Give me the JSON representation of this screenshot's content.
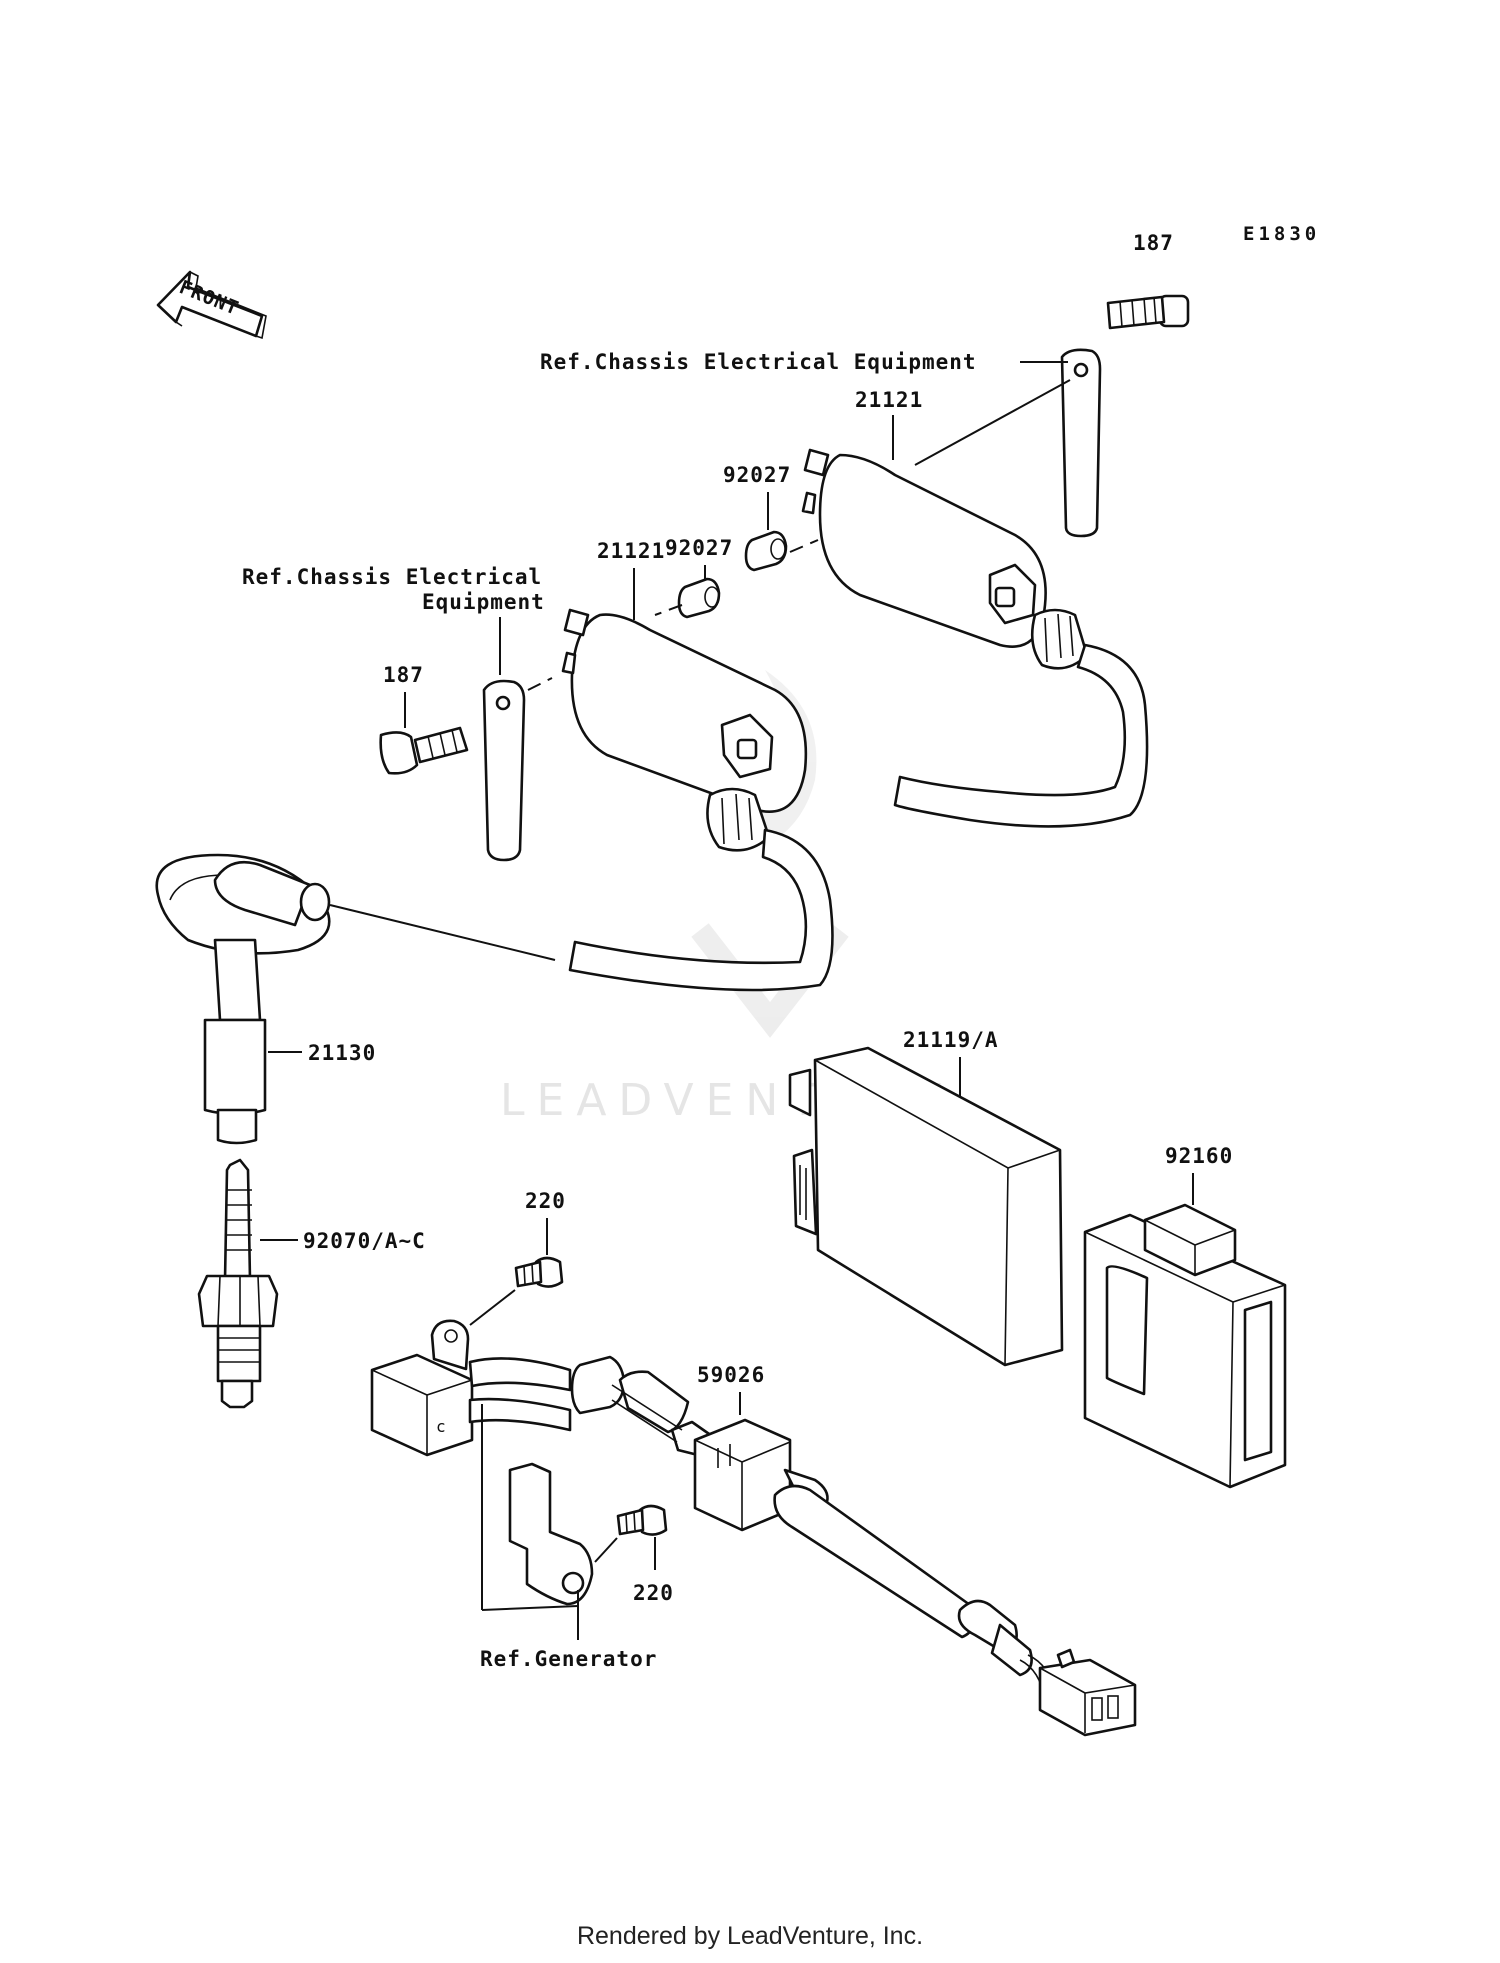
{
  "diagram_code": "E1830",
  "front_label": "FRONT",
  "watermark": "LEADVENTURE",
  "labels": {
    "bolt_187_top": "187",
    "ref_chassis_top": "Ref.Chassis Electrical Equipment",
    "coil_21121_top": "21121",
    "spacer_92027_top": "92027",
    "spacer_92027_mid": "92027",
    "coil_21121_mid": "21121",
    "ref_chassis_left_line1": "Ref.Chassis Electrical",
    "ref_chassis_left_line2": "Equipment",
    "bolt_187_left": "187",
    "cap_21130": "21130",
    "igniter_21119": "21119/A",
    "case_92160": "92160",
    "screw_220_top": "220",
    "plug_92070": "92070/A~C",
    "clamp_59026": "59026",
    "screw_220_bottom": "220",
    "ref_generator": "Ref.Generator",
    "pickup_c": "c"
  },
  "footer": "Rendered by LeadVenture, Inc."
}
